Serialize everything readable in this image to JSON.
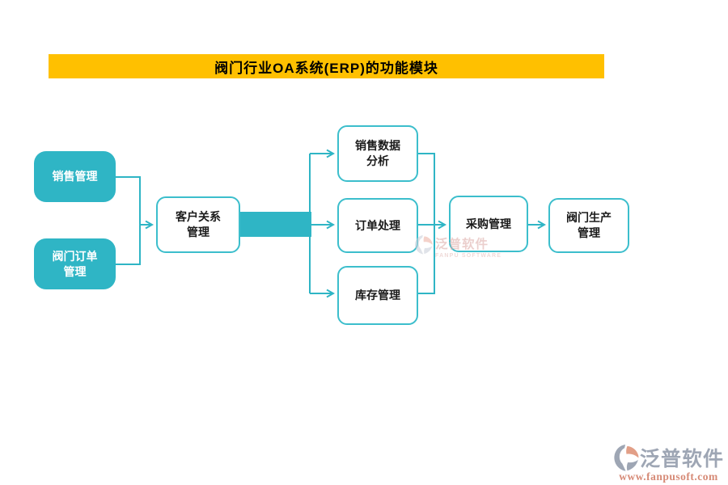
{
  "title": "阀门行业OA系统(ERP)的功能模块",
  "colors": {
    "background": "#FFFFFF",
    "banner_yellow": "#FFC000",
    "title_text": "#000000",
    "accent_teal": "#2FB5C5",
    "node_border": "#3CBECC",
    "node_text": "#1A1A1A",
    "wm_gray": "#8E97A8",
    "wm_red": "#D0765F",
    "wm_pink": "#DCA9A5",
    "wm_pink_light": "#E3BBB8",
    "wm_icon_gray_light": "#C7CDD8",
    "wm_icon_red_light": "#ECAE9F",
    "wm_icon_red": "#DE8F73"
  },
  "nodes": [
    {
      "id": "sales-management",
      "label": "销售管理"
    },
    {
      "id": "valve-order-management",
      "label": "阀门订单\n管理"
    },
    {
      "id": "customer-relation-management",
      "label": "客户关系\n管理"
    },
    {
      "id": "sales-data-analysis",
      "label": "销售数据\n分析"
    },
    {
      "id": "order-processing",
      "label": "订单处理"
    },
    {
      "id": "inventory-management",
      "label": "库存管理"
    },
    {
      "id": "procurement-management",
      "label": "采购管理"
    },
    {
      "id": "valve-production-management",
      "label": "阀门生产\n管理"
    }
  ],
  "watermark_center": {
    "brand": "泛普软件",
    "sub": "FANPU SOFTWARE",
    "icon": "fanpu-logo-icon"
  },
  "watermark_footer": {
    "brand": "泛普软件",
    "url": "www.fanpusoft.com",
    "icon": "fanpu-logo-icon"
  }
}
